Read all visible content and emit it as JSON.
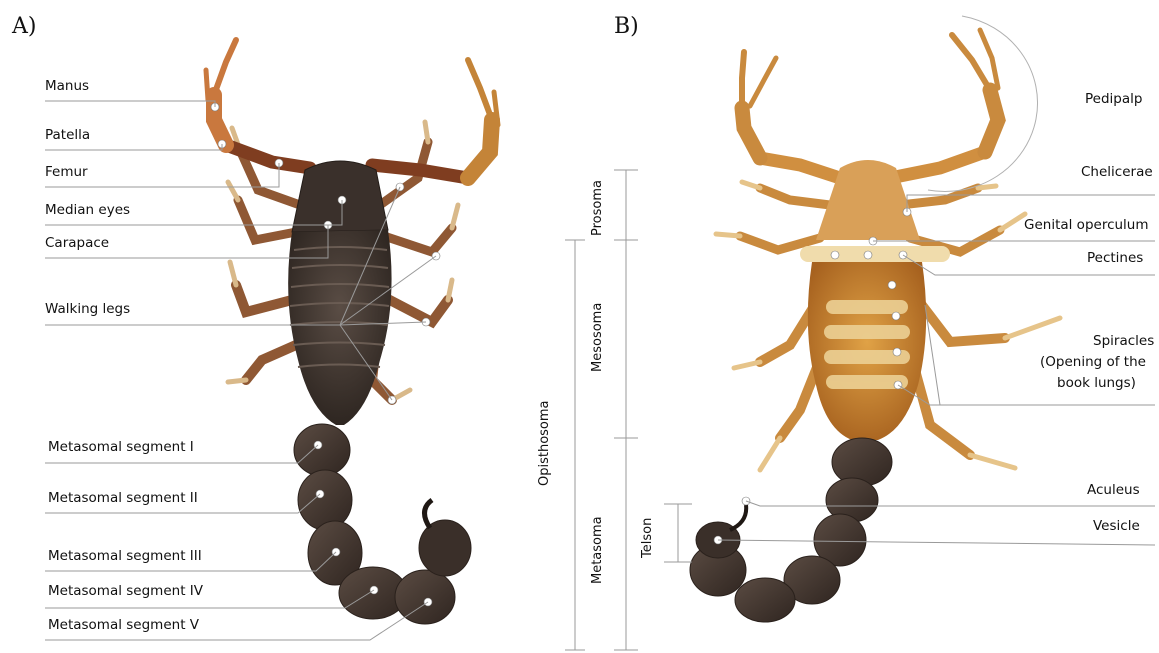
{
  "panels": {
    "a": "A)",
    "b": "B)"
  },
  "labels_a": {
    "manus": "Manus",
    "patella": "Patella",
    "femur": "Femur",
    "median_eyes": "Median eyes",
    "carapace": "Carapace",
    "walking_legs": "Walking legs",
    "meta_1": "Metasomal segment I",
    "meta_2": "Metasomal segment II",
    "meta_3": "Metasomal segment III",
    "meta_4": "Metasomal segment IV",
    "meta_5": "Metasomal segment V"
  },
  "labels_b": {
    "pedipalp": "Pedipalp",
    "chelicerae": "Chelicerae",
    "genital_operculum": "Genital operculum",
    "pectines": "Pectines",
    "spiracles_1": "Spiracles",
    "spiracles_2": "(Opening of the",
    "spiracles_3": "book lungs)",
    "aculeus": "Aculeus",
    "vesicle": "Vesicle"
  },
  "regions": {
    "prosoma": "Prosoma",
    "mesosoma": "Mesosoma",
    "metasoma": "Metasoma",
    "opisthosoma": "Opisthosoma",
    "telson": "Telson"
  },
  "colors": {
    "dorsal_body": "#3e3530",
    "dorsal_limb": "#9a5a34",
    "pedipalp_a": "#c9783e",
    "ventral_body": "#c8842e",
    "ventral_light": "#e9cc8a",
    "ventral_limb": "#c98a3e",
    "tail_dark": "#463a33",
    "leader_line": "#9a9a9a"
  }
}
